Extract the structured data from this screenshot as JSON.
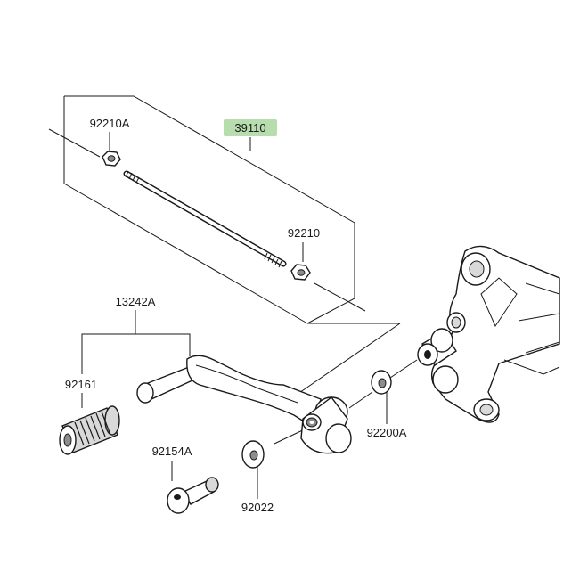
{
  "diagram": {
    "parts": {
      "p39110": "39110",
      "p92210a": "92210A",
      "p92210": "92210",
      "p13242a": "13242A",
      "p92161": "92161",
      "p92200a": "92200A",
      "p92154a": "92154A",
      "p92022": "92022"
    },
    "colors": {
      "highlight": "#b7dcae",
      "line": "#1a1a1a",
      "fill_light": "#ffffff",
      "fill_mid": "#d9d9d9",
      "fill_dark": "#8c8c8c"
    }
  }
}
